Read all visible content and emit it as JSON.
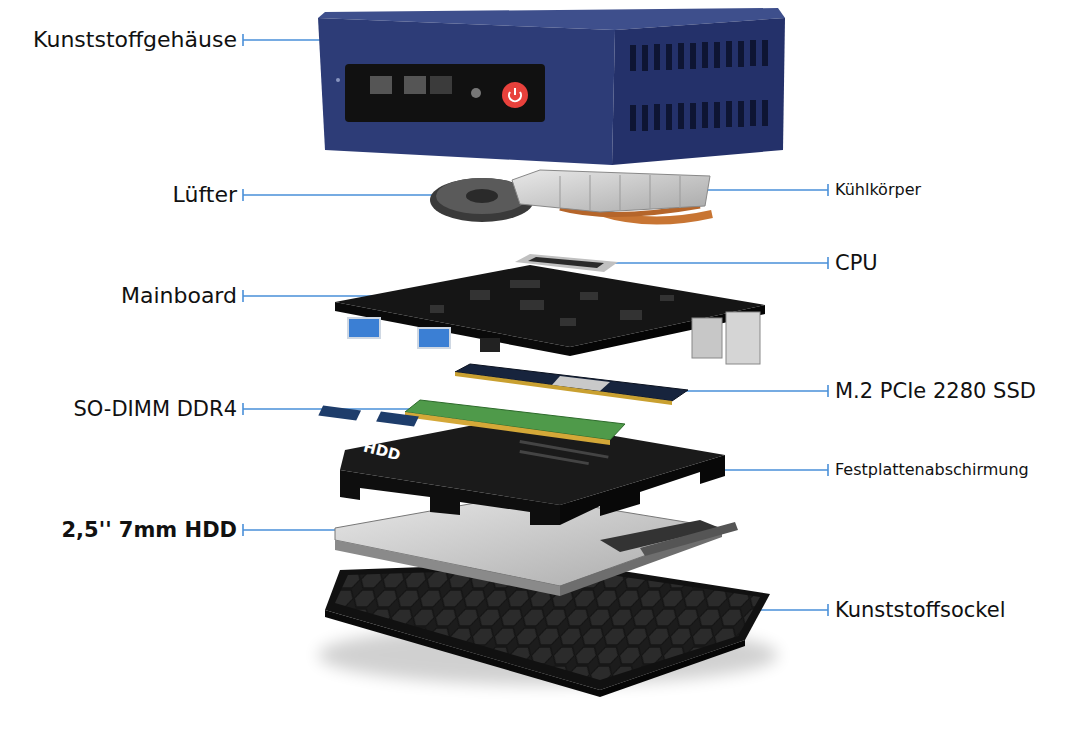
{
  "diagram": {
    "labels": [
      "Kunststoffgehäuse",
      "Lüfter",
      "Kühlkörper",
      "CPU",
      "Mainboard",
      "M.2 PCIe 2280 SSD",
      "SO-DIMM DDR4",
      "Festplattenabschirmung",
      "2,5'' 7mm HDD",
      "Kunststoffsockel",
      "HDD"
    ]
  }
}
